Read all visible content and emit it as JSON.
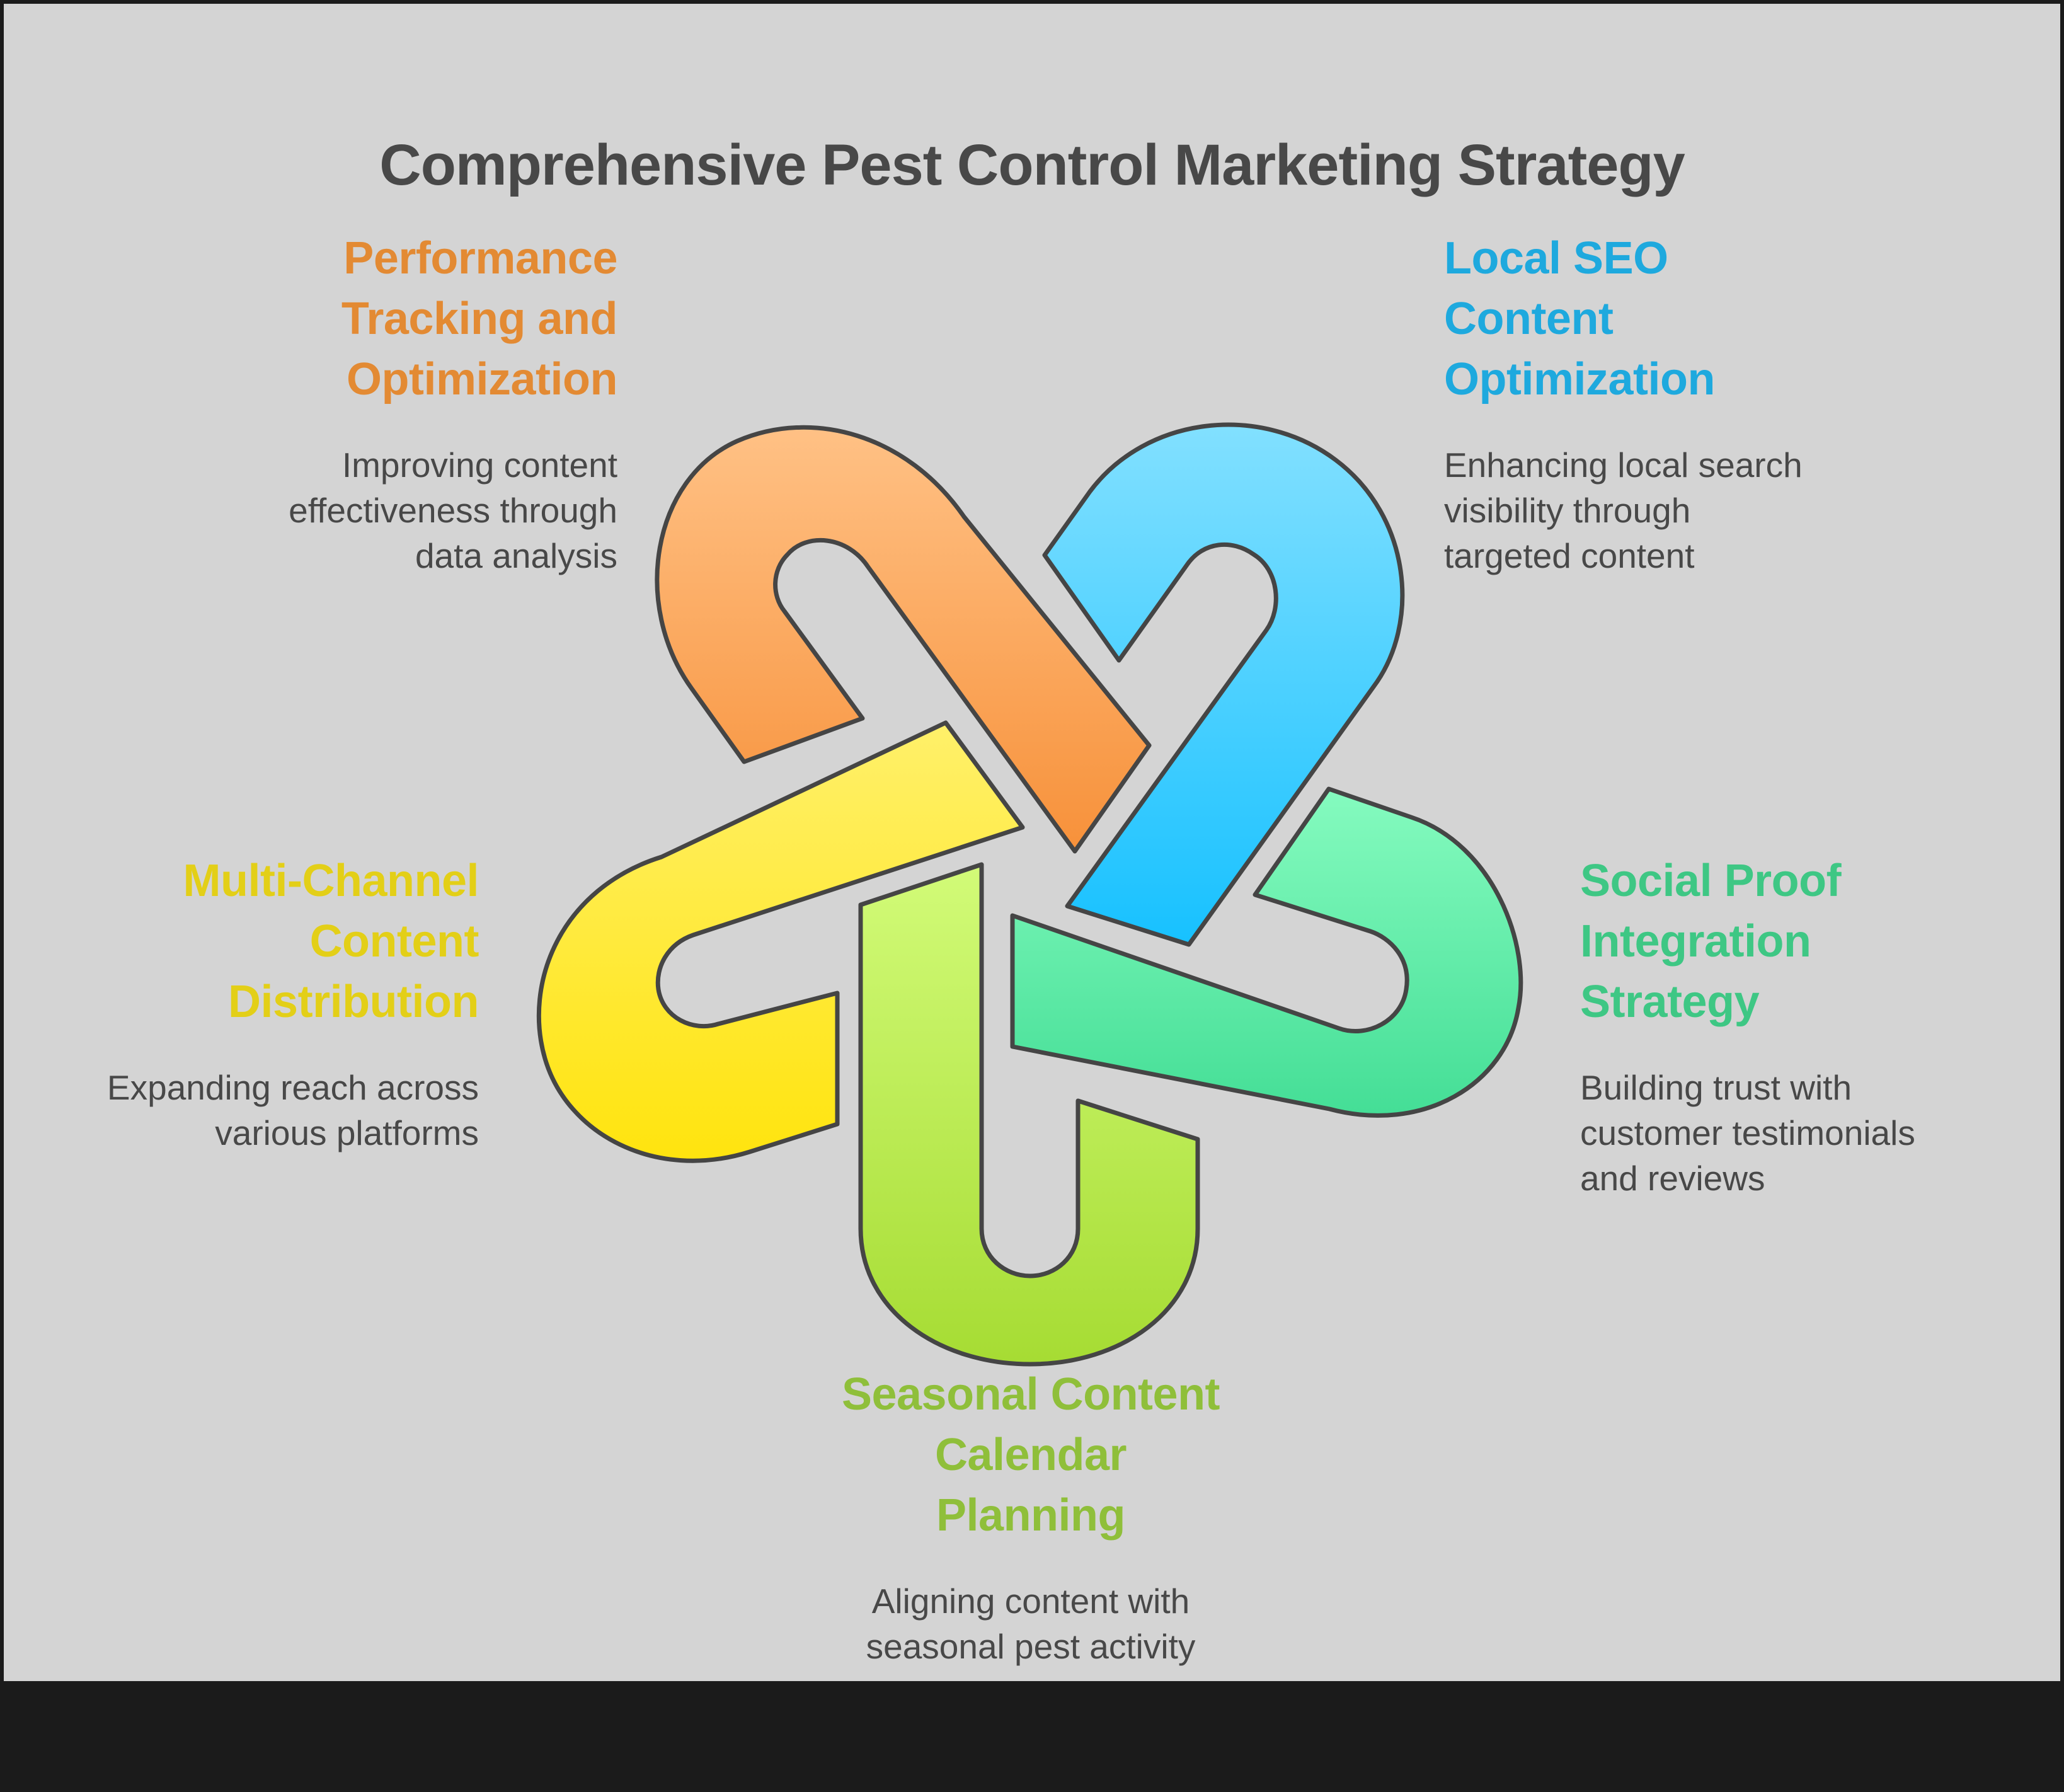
{
  "title": "Comprehensive Pest Control Marketing Strategy",
  "colors": {
    "background": "#d4d4d4",
    "frame": "#1b1b1b",
    "title": "#484848",
    "outline": "#454545",
    "performance": "#e38a33",
    "local_seo": "#1ea9de",
    "social_proof": "#3ec784",
    "seasonal": "#8fbf3a",
    "multi_channel": "#e3cf17"
  },
  "items": {
    "performance": {
      "heading": [
        "Performance",
        "Tracking and",
        "Optimization"
      ],
      "description": [
        "Improving content",
        "effectiveness through",
        "data analysis"
      ]
    },
    "local_seo": {
      "heading": [
        "Local SEO",
        "Content",
        "Optimization"
      ],
      "description": [
        "Enhancing local search",
        "visibility through",
        "targeted content"
      ]
    },
    "multi_channel": {
      "heading": [
        "Multi-Channel",
        "Content",
        "Distribution"
      ],
      "description": [
        "Expanding reach across",
        "various platforms"
      ]
    },
    "social_proof": {
      "heading": [
        "Social Proof",
        "Integration",
        "Strategy"
      ],
      "description": [
        "Building trust with",
        "customer testimonials",
        "and reviews"
      ]
    },
    "seasonal": {
      "heading": [
        "Seasonal Content",
        "Calendar",
        "Planning"
      ],
      "description": [
        "Aligning content with",
        "seasonal pest activity"
      ]
    }
  }
}
